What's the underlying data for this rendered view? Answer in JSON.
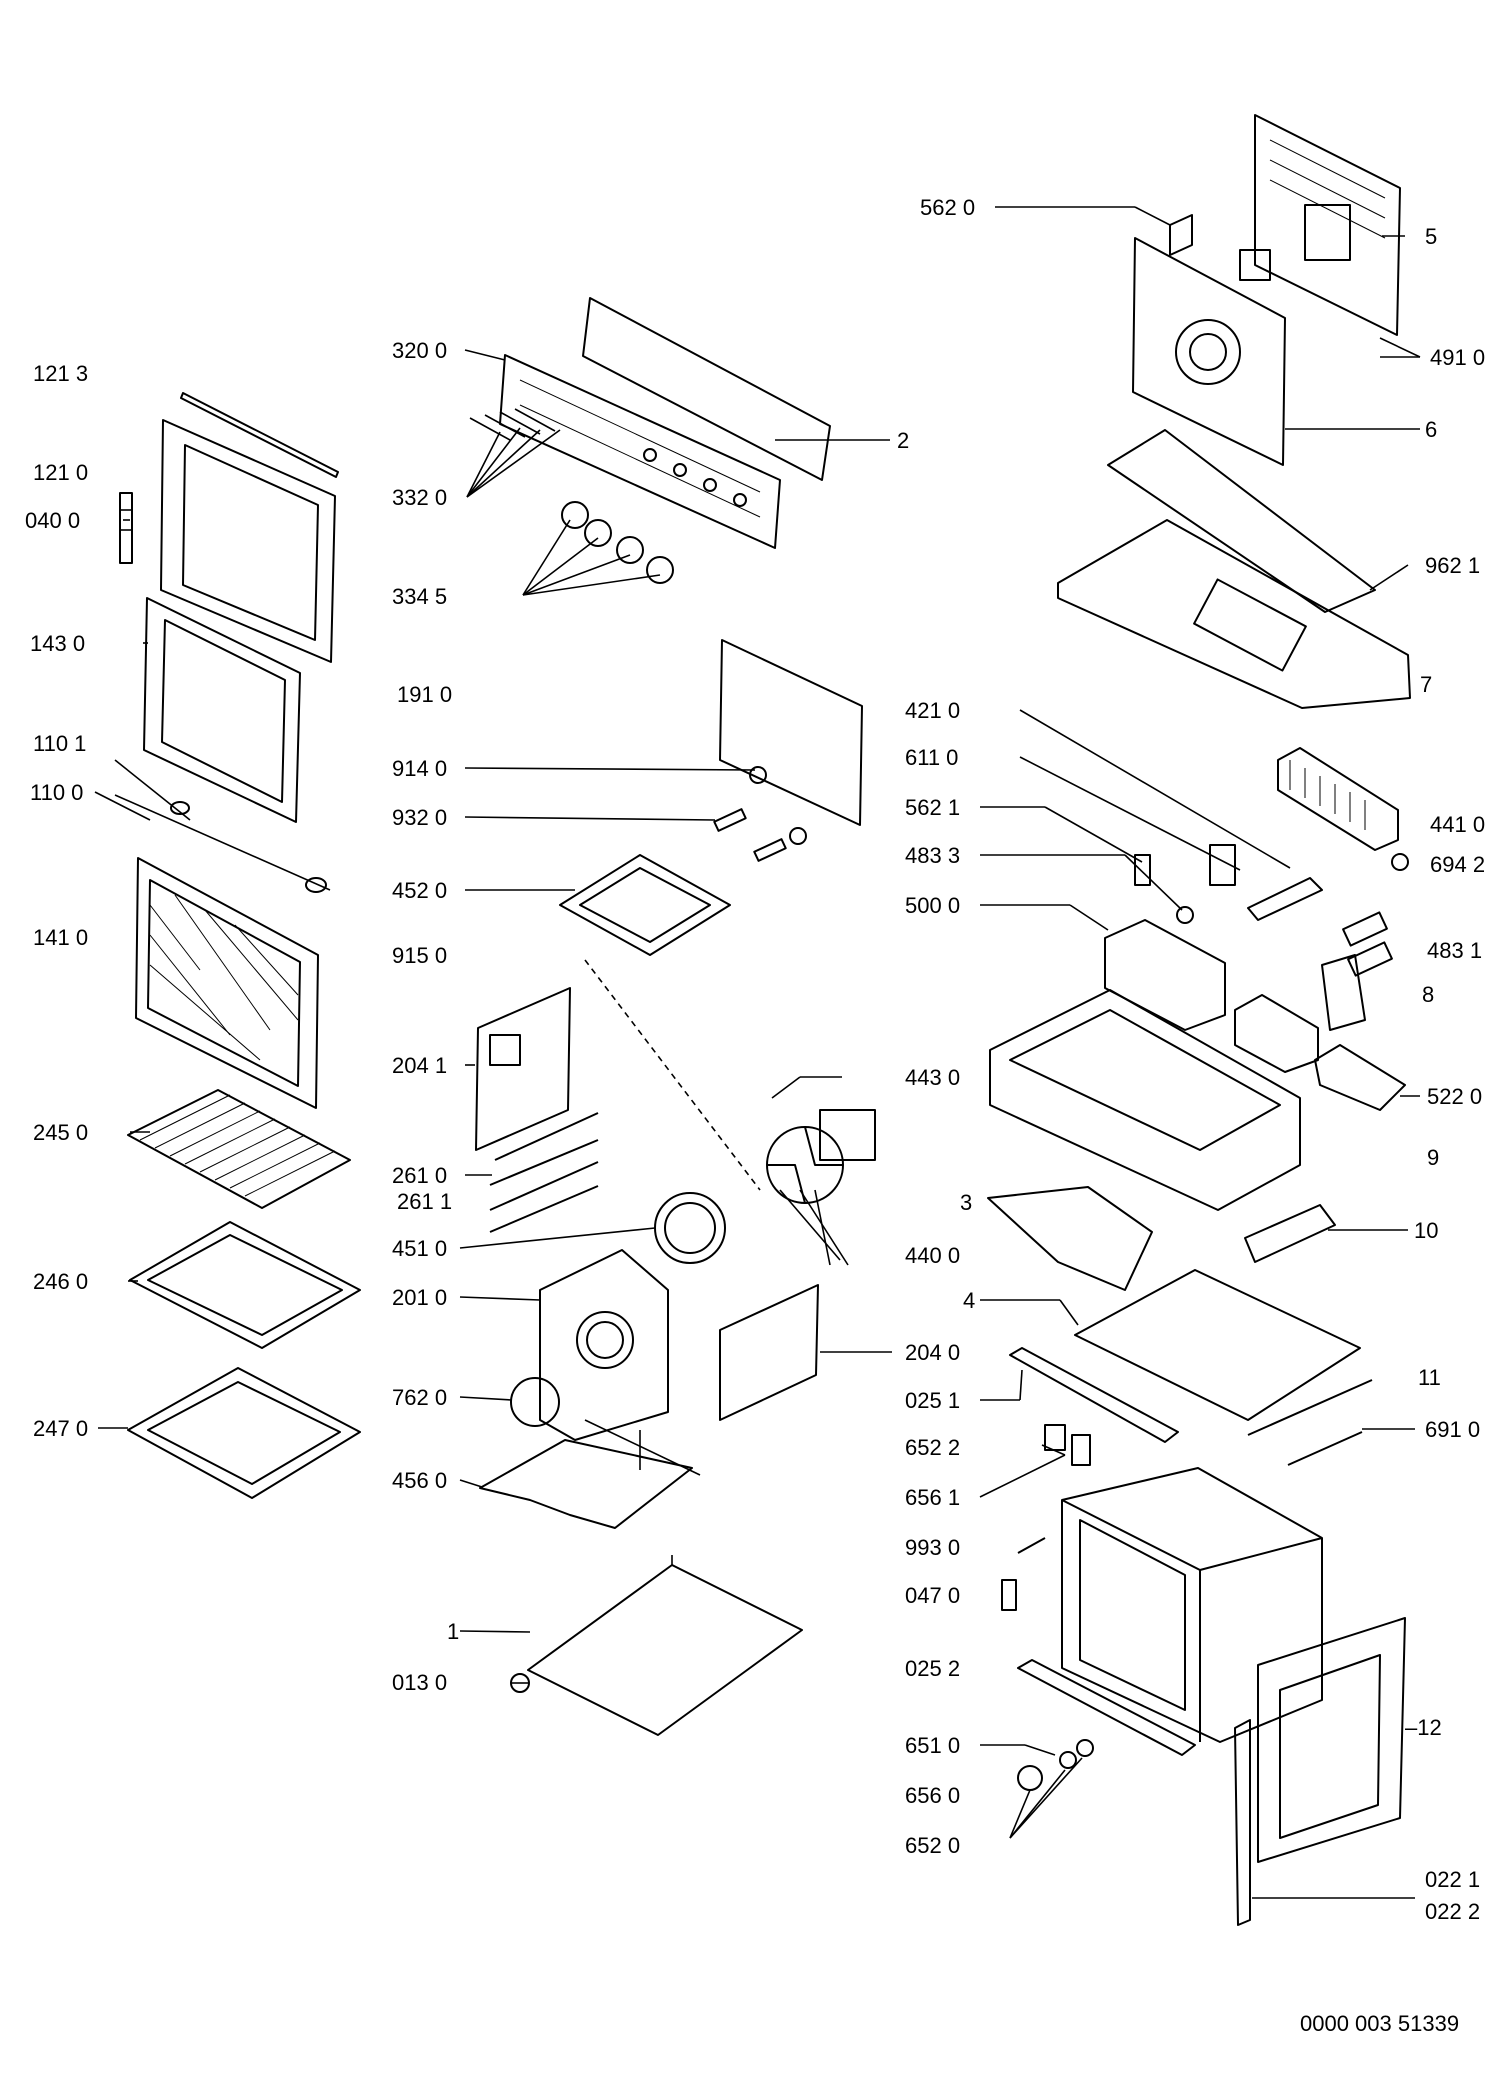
{
  "document_number": "0000 003 51339",
  "labels": [
    {
      "id": "l-121-3",
      "text": "121 3"
    },
    {
      "id": "l-121-0",
      "text": "121 0"
    },
    {
      "id": "l-040-0",
      "text": "040 0"
    },
    {
      "id": "l-143-0",
      "text": "143 0"
    },
    {
      "id": "l-110-1",
      "text": "110 1"
    },
    {
      "id": "l-110-0",
      "text": "110 0"
    },
    {
      "id": "l-141-0",
      "text": "141 0"
    },
    {
      "id": "l-245-0",
      "text": "245 0"
    },
    {
      "id": "l-246-0",
      "text": "246 0"
    },
    {
      "id": "l-247-0",
      "text": "247 0"
    },
    {
      "id": "l-320-0",
      "text": "320 0"
    },
    {
      "id": "l-332-0",
      "text": "332 0"
    },
    {
      "id": "l-334-5",
      "text": "334 5"
    },
    {
      "id": "l-191-0",
      "text": "191 0"
    },
    {
      "id": "l-914-0",
      "text": "914 0"
    },
    {
      "id": "l-932-0",
      "text": "932 0"
    },
    {
      "id": "l-452-0",
      "text": "452 0"
    },
    {
      "id": "l-915-0",
      "text": "915 0"
    },
    {
      "id": "l-204-1",
      "text": "204 1"
    },
    {
      "id": "l-261-0",
      "text": "261 0"
    },
    {
      "id": "l-261-1",
      "text": "261 1"
    },
    {
      "id": "l-451-0",
      "text": "451 0"
    },
    {
      "id": "l-201-0",
      "text": "201 0"
    },
    {
      "id": "l-762-0",
      "text": "762 0"
    },
    {
      "id": "l-456-0",
      "text": "456 0"
    },
    {
      "id": "l-1",
      "text": "1"
    },
    {
      "id": "l-013-0",
      "text": "013 0"
    },
    {
      "id": "l-2",
      "text": "2"
    },
    {
      "id": "l-443-0",
      "text": "443 0"
    },
    {
      "id": "l-204-0",
      "text": "204 0"
    },
    {
      "id": "l-562-0",
      "text": "562 0"
    },
    {
      "id": "l-5",
      "text": "5"
    },
    {
      "id": "l-491-0",
      "text": "491 0"
    },
    {
      "id": "l-6",
      "text": "6"
    },
    {
      "id": "l-962-1",
      "text": "962 1"
    },
    {
      "id": "l-7",
      "text": "7"
    },
    {
      "id": "l-421-0",
      "text": "421 0"
    },
    {
      "id": "l-611-0",
      "text": "611 0"
    },
    {
      "id": "l-562-1",
      "text": "562 1"
    },
    {
      "id": "l-483-3",
      "text": "483 3"
    },
    {
      "id": "l-500-0",
      "text": "500 0"
    },
    {
      "id": "l-441-0",
      "text": "441 0"
    },
    {
      "id": "l-694-2",
      "text": "694 2"
    },
    {
      "id": "l-483-1",
      "text": "483 1"
    },
    {
      "id": "l-8",
      "text": "8"
    },
    {
      "id": "l-522-0",
      "text": "522 0"
    },
    {
      "id": "l-9",
      "text": "9"
    },
    {
      "id": "l-3",
      "text": "3"
    },
    {
      "id": "l-440-0",
      "text": "440 0"
    },
    {
      "id": "l-10",
      "text": "10"
    },
    {
      "id": "l-4",
      "text": "4"
    },
    {
      "id": "l-11",
      "text": "11"
    },
    {
      "id": "l-025-1",
      "text": "025 1"
    },
    {
      "id": "l-691-0",
      "text": "691 0"
    },
    {
      "id": "l-652-2",
      "text": "652 2"
    },
    {
      "id": "l-656-1",
      "text": "656 1"
    },
    {
      "id": "l-993-0",
      "text": "993 0"
    },
    {
      "id": "l-047-0",
      "text": "047 0"
    },
    {
      "id": "l-025-2",
      "text": "025 2"
    },
    {
      "id": "l-12",
      "text": "–12"
    },
    {
      "id": "l-651-0",
      "text": "651 0"
    },
    {
      "id": "l-656-0",
      "text": "656 0"
    },
    {
      "id": "l-652-0",
      "text": "652 0"
    },
    {
      "id": "l-022-1",
      "text": "022 1"
    },
    {
      "id": "l-022-2",
      "text": "022 2"
    }
  ]
}
